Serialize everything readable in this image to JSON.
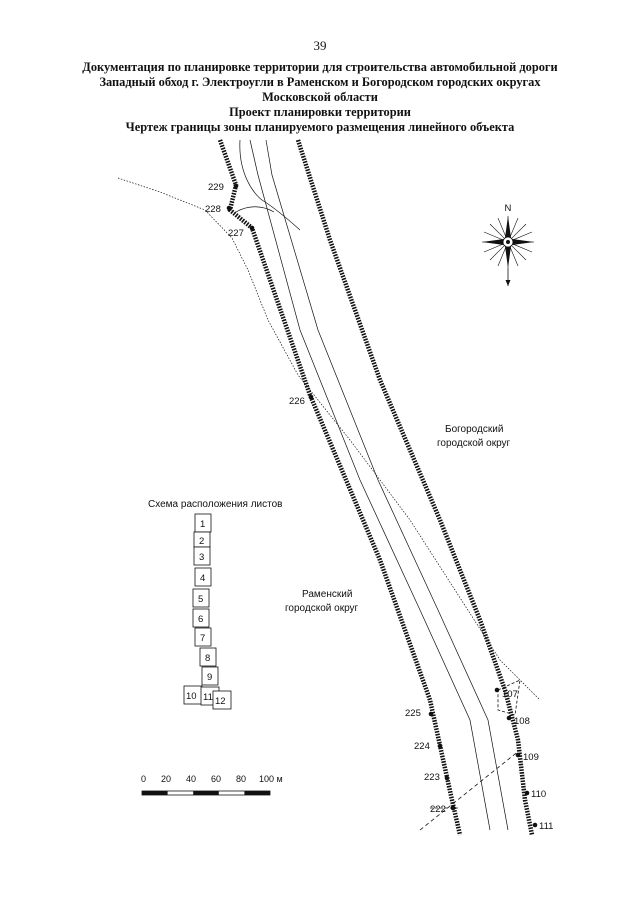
{
  "page_number": "39",
  "title_lines": [
    "Документация по планировке территории для строительства автомобильной дороги",
    "Западный обход г. Электроугли в Раменском и Богородском городских округах",
    "Московской области",
    "Проект планировки территории",
    "Чертеж границы зоны планируемого размещения линейного объекта"
  ],
  "compass": {
    "north_label": "N"
  },
  "districts": {
    "bogorodsky": [
      "Богородский",
      "городской округ"
    ],
    "ramensky": [
      "Раменский",
      "городской округ"
    ]
  },
  "points": {
    "p229": "229",
    "p228": "228",
    "p227": "227",
    "p226": "226",
    "p225": "225",
    "p224": "224",
    "p223": "223",
    "p222": "222",
    "p107": "107",
    "p108": "108",
    "p109": "109",
    "p110": "110",
    "p111": "111"
  },
  "sheet_scheme": {
    "title": "Схема расположения листов",
    "sheets": [
      "1",
      "2",
      "3",
      "4",
      "5",
      "6",
      "7",
      "8",
      "9",
      "10",
      "11",
      "12"
    ]
  },
  "scale_bar": {
    "ticks": [
      "0",
      "20",
      "40",
      "60",
      "80",
      "100 м"
    ]
  },
  "colors": {
    "line": "#111111",
    "background": "#ffffff"
  }
}
